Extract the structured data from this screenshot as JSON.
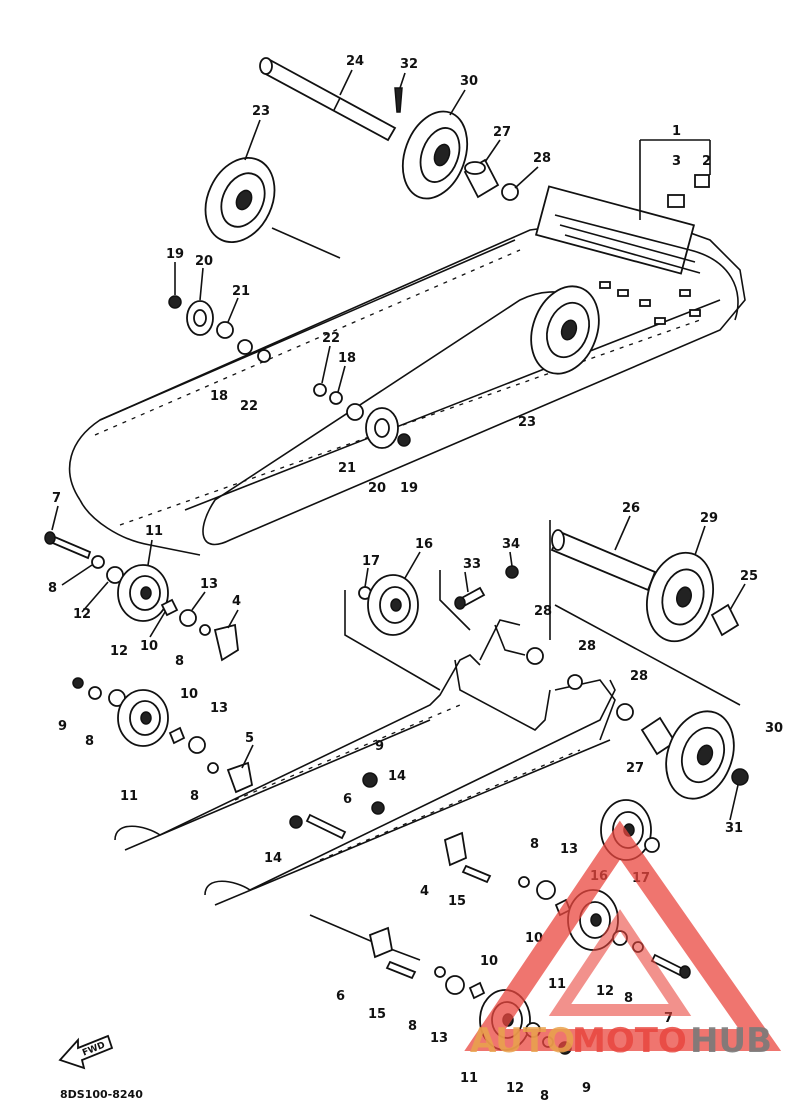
{
  "diagram": {
    "code": "8DS100-8240",
    "fwd_label": "FWD",
    "labels": [
      "1",
      "2",
      "3",
      "4",
      "5",
      "6",
      "7",
      "8",
      "9",
      "10",
      "11",
      "12",
      "13",
      "14",
      "15",
      "16",
      "17",
      "18",
      "19",
      "20",
      "21",
      "22",
      "23",
      "24",
      "25",
      "26",
      "27",
      "28",
      "29",
      "30",
      "31",
      "32",
      "33",
      "34"
    ]
  },
  "watermark": {
    "part1": "AUTO",
    "part2": "MOTO",
    "part3": "HUB",
    "color_orange": "#e9a34c",
    "color_red": "#e9473f",
    "color_gray": "#7a7a7a"
  }
}
